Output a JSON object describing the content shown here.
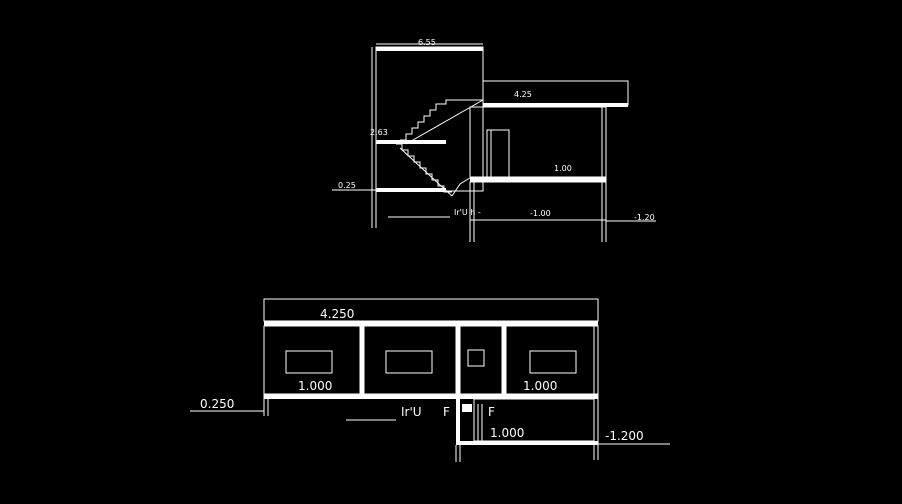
{
  "drawing": {
    "title": "CAD section drawing",
    "colors": {
      "background": "#000000",
      "linework": "#ffffff"
    }
  },
  "section_top": {
    "dims": {
      "top_width": "6.55",
      "roof_right": "4.25",
      "stair_mid": "2.63",
      "level_left": "0.25",
      "inner_right": "1.00",
      "lower_mid": "-1.00",
      "lower_right": "-1.20"
    },
    "caption": "Ir'U  h  -"
  },
  "section_bottom": {
    "dims": {
      "roof": "4.250",
      "level_left": "0.250",
      "floor_left": "1.000",
      "floor_right": "1.000",
      "lower_mid": "1.000",
      "lower_right": "-1.200"
    },
    "caption": "Ir'U",
    "marks": [
      "F",
      "F"
    ]
  }
}
